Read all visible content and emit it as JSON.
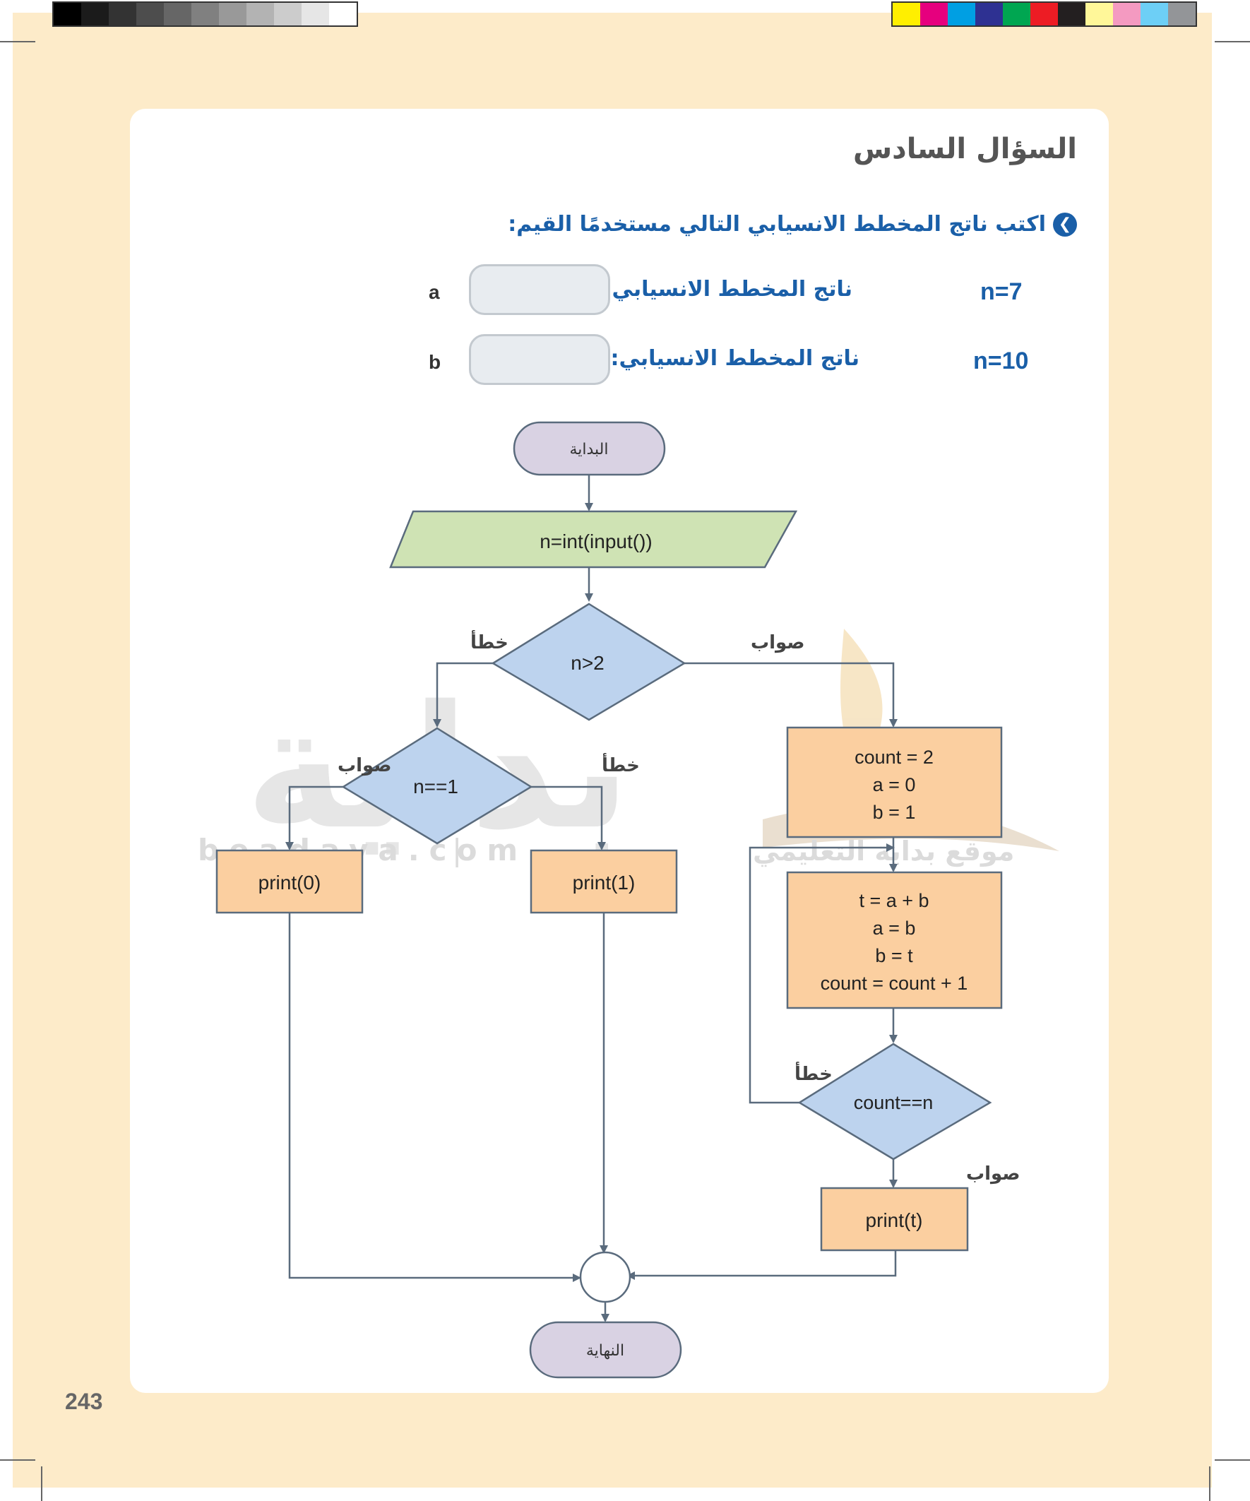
{
  "color_bars": {
    "grays": [
      "#000000",
      "#1b1b1b",
      "#333333",
      "#4d4d4d",
      "#666666",
      "#808080",
      "#999999",
      "#b3b3b3",
      "#cccccc",
      "#e6e6e6",
      "#ffffff"
    ],
    "colors": [
      "#ffef00",
      "#e6007e",
      "#009fe3",
      "#2e3192",
      "#00a651",
      "#ed1c24",
      "#231f20",
      "#fff799",
      "#f49ac1",
      "#6dcff6",
      "#939598"
    ]
  },
  "heading": "السؤال السادس",
  "question": {
    "icon": "chevron-right-circle-icon",
    "text": "اكتب ناتج المخطط الانسيابي التالي مستخدمًا القيم:"
  },
  "inputs": [
    {
      "n": "n=7",
      "label": "ناتج المخطط الانسيابي:",
      "answer_label": "a"
    },
    {
      "n": "n=10",
      "label": "ناتج المخطط الانسيابي:",
      "answer_label": "b"
    }
  ],
  "flowchart": {
    "start": "البداية",
    "input": "n=int(input())",
    "decision1": "n>2",
    "decision1_true": "صواب",
    "decision1_false": "خطأ",
    "decision2": "n==1",
    "decision2_true": "صواب",
    "decision2_false": "خطأ",
    "print0": "print(0)",
    "print1": "print(1)",
    "init": [
      "count = 2",
      "a = 0",
      "b = 1"
    ],
    "loop_body": [
      "t = a + b",
      "a = b",
      "b = t",
      "count = count + 1"
    ],
    "decision3": "count==n",
    "decision3_false": "خطأ",
    "decision3_true": "صواب",
    "printt": "print(t)",
    "end": "النهاية"
  },
  "watermark": {
    "logo": "بداية",
    "site": "beadaya.com",
    "caption": "موقع بداية التعليمي"
  },
  "page_number": "243",
  "colors": {
    "page_bg": "#fdebc9",
    "accent_blue": "#1a5fa8",
    "terminal_fill": "#d9d2e3",
    "input_fill": "#cfe3b4",
    "decision_fill": "#bdd3ee",
    "process_fill": "#fbcfa0",
    "line": "#5a6b7d"
  }
}
